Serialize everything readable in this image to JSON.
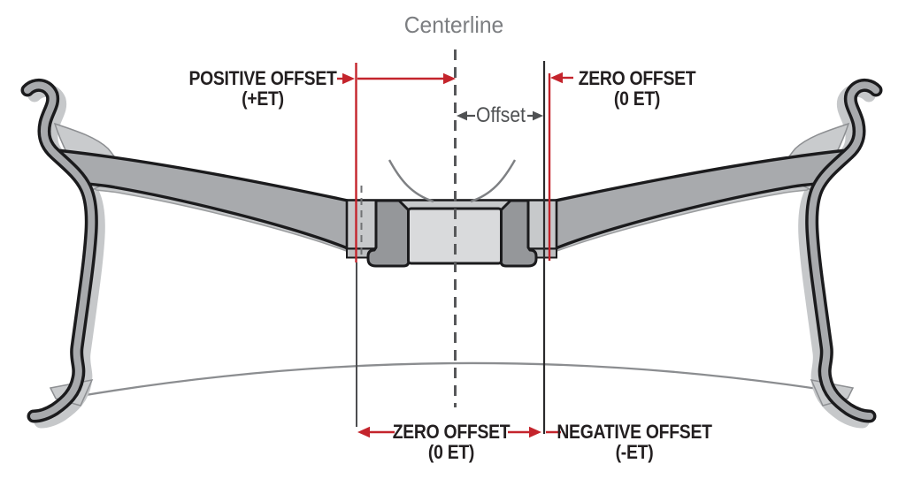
{
  "labels": {
    "centerline": "Centerline",
    "offset": "Offset",
    "positive_offset": {
      "line1": "POSITIVE OFFSET",
      "line2": "(+ET)"
    },
    "zero_offset_top": {
      "line1": "ZERO OFFSET",
      "line2": "(0 ET)"
    },
    "zero_offset_bottom": {
      "line1": "ZERO OFFSET",
      "line2": "(0 ET)"
    },
    "negative_offset": {
      "line1": "NEGATIVE OFFSET",
      "line2": "(-ET)"
    }
  },
  "colors": {
    "red": "#c4242c",
    "ink": "#231f20",
    "gray-text": "#7c7e81",
    "line-gray": "#57585a",
    "wheel-gray": "#a8aaad",
    "wheel-light": "#c7c9cb",
    "hub-pad": "#d9dadc",
    "flange": "#95979a"
  }
}
